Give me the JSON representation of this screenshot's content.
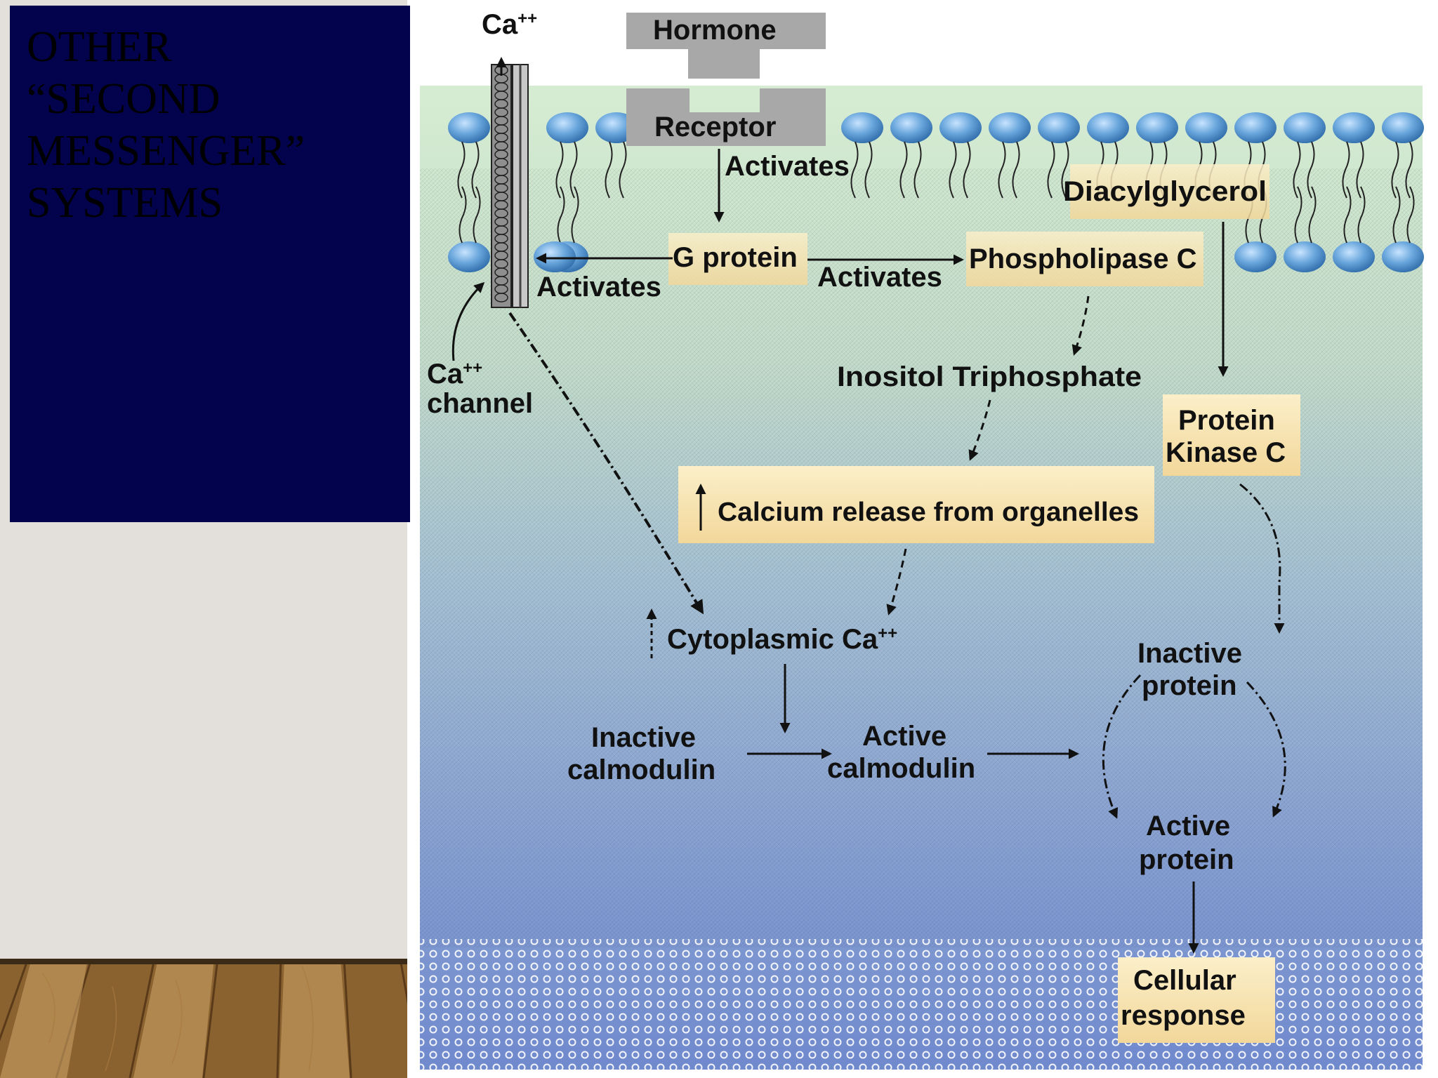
{
  "slide": {
    "title": "Other\n“Second\nMessenger”\nSystems"
  },
  "diagram": {
    "labels": {
      "ca_top": "Ca",
      "ca_top_sup": "++",
      "hormone": "Hormone",
      "receptor": "Receptor",
      "activates_receptor": "Activates",
      "g_protein": "G protein",
      "activates_channel": "Activates",
      "activates_plc": "Activates",
      "phospholipase_c": "Phospholipase C",
      "diacylglycerol": "Diacylglycerol",
      "ca_channel_line1": "Ca",
      "ca_channel_sup": "++",
      "ca_channel_line2": "channel",
      "inositol_triphosphate": "Inositol Triphosphate",
      "protein_kinase_c_line1": "Protein",
      "protein_kinase_c_line2": "Kinase C",
      "calcium_release": "Calcium release from organelles",
      "cytoplasmic_ca": "Cytoplasmic Ca",
      "cytoplasmic_ca_sup": "++",
      "inactive_calmodulin_line1": "Inactive",
      "inactive_calmodulin_line2": "calmodulin",
      "active_calmodulin_line1": "Active",
      "active_calmodulin_line2": "calmodulin",
      "inactive_protein_line1": "Inactive",
      "inactive_protein_line2": "protein",
      "active_protein_line1": "Active",
      "active_protein_line2": "protein",
      "cellular_response_line1": "Cellular",
      "cellular_response_line2": "response"
    },
    "colors": {
      "panel": "#02024d",
      "label_box": "#f8e6b6",
      "receptor_gray": "#a8a8a8",
      "membrane_head": "#69a6dc",
      "background_top": "#d6ecd2",
      "background_bottom": "#6f89cd"
    }
  }
}
